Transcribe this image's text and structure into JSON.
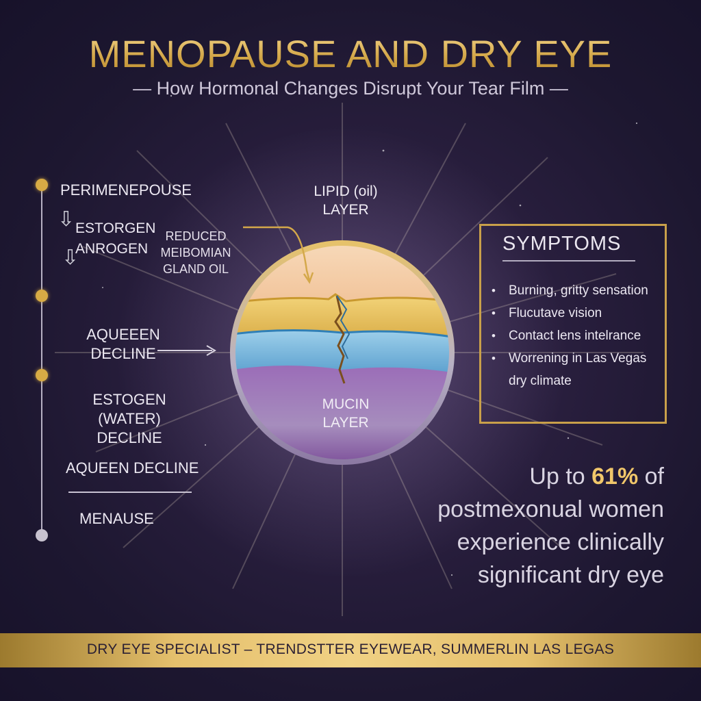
{
  "header": {
    "title": "MENOPAUSE AND DRY EYE",
    "subtitle": "— How Hormonal Changes Disrupt Your Tear Film —"
  },
  "timeline": {
    "stage_1": "PERIMENEPOUSE",
    "estrogen": "ESTORGEN",
    "androgen": "ANROGEN",
    "reduced_oil": [
      "REDUCED",
      "MEIBOMIAN",
      "GLAND OIL"
    ],
    "aqueous_1": [
      "AQUEEEN",
      "DECLINE"
    ],
    "estrogen_water": [
      "ESTOGEN (WATER)",
      "DECLINE"
    ],
    "aqueous_2": "AQUEEN DECLINE",
    "stage_end": "MENAUSE",
    "icons": {
      "arrow": "arrow-down-icon"
    }
  },
  "tear_film": {
    "lipid_label": [
      "LIPID (oil)",
      "LAYER"
    ],
    "mucin_label": [
      "MUCIN",
      "LAYER"
    ],
    "colors": {
      "lipid": "#f5c9a4",
      "oil": "#e9c65f",
      "aqueous": "#7ab9de",
      "mucin": "#8a5aa8",
      "ring": "#d3aa4f"
    }
  },
  "symptoms": {
    "title": "SYMPTOMS",
    "items": [
      "Burning, gritty sensation",
      "Flucutave vision",
      "Contact lens intelrance",
      "Worrening in Las Vegas",
      "dry climate"
    ]
  },
  "stat": {
    "prefix": "Up to ",
    "value": "61%",
    "line1_suffix": " of",
    "line2": "postmexonual women",
    "line3": "experience clinically",
    "line4": "significant dry eye"
  },
  "footer": {
    "banner": "DRY EYE SPECIALIST – TRENDSTTER EYEWEAR, SUMMERLIN LAS LEGAS"
  },
  "colors": {
    "gold": "#d4a84a",
    "background": "#221a35"
  }
}
